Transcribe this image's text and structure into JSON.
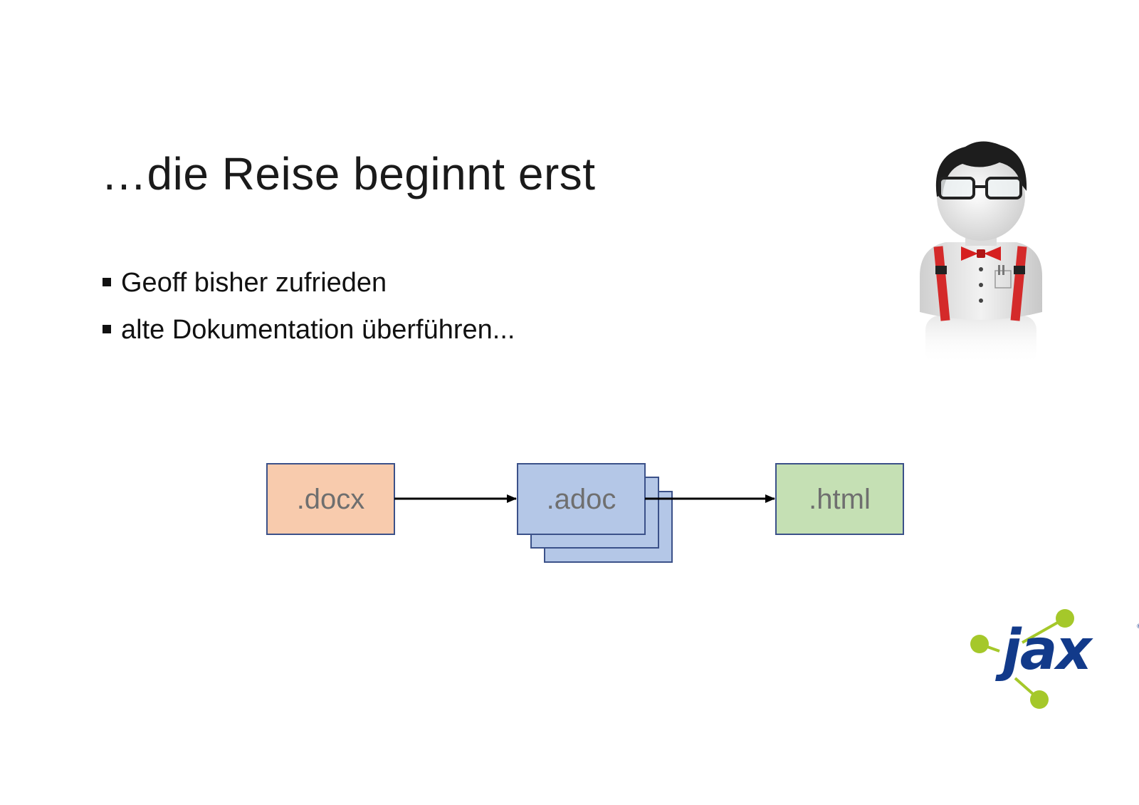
{
  "slide": {
    "title": "…die Reise beginnt erst",
    "bullets": [
      "Geoff bisher zufrieden",
      "alte Dokumentation überführen..."
    ]
  },
  "diagram": {
    "nodes": [
      {
        "id": "docx",
        "label": ".docx",
        "fill": "#f8cbad",
        "stroke": "#3b5189"
      },
      {
        "id": "adoc",
        "label": ".adoc",
        "fill": "#b4c7e7",
        "stroke": "#3b5189",
        "stacked": true
      },
      {
        "id": "html",
        "label": ".html",
        "fill": "#c5e0b4",
        "stroke": "#3b5189"
      }
    ],
    "edges": [
      {
        "from": "docx",
        "to": "adoc"
      },
      {
        "from": "adoc",
        "to": "html"
      }
    ]
  },
  "figure": {
    "icon": "nerd-character-icon"
  },
  "logo": {
    "text": "jax",
    "text_color": "#123a8a",
    "accent_color": "#a5c82a"
  }
}
